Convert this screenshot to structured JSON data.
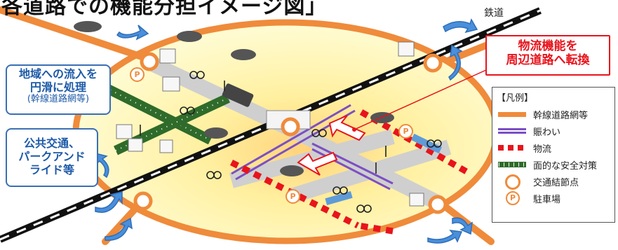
{
  "title": "各道路での機能分担イメージ図」",
  "rail_label": "鉄道",
  "callouts": {
    "inflow_line1": "地域への流入を",
    "inflow_line2": "円滑に処理",
    "inflow_sub": "(幹線道路網等)",
    "transit_line1": "公共交通、",
    "transit_line2": "パークアンド",
    "transit_line3": "ライド等",
    "logistics_line1": "物流機能を",
    "logistics_line2": "周辺道路へ転換"
  },
  "legend": {
    "title": "【凡例】",
    "items": [
      {
        "label": "幹線道路網等",
        "color": "#ef8b3b",
        "icon": "arterial-road-line"
      },
      {
        "label": "賑わい",
        "color": "#7b4fc4",
        "icon": "lively-double-line"
      },
      {
        "label": "物流",
        "color": "#e8141c",
        "icon": "logistics-dashed-line"
      },
      {
        "label": "面的な安全対策",
        "color": "#2f6b2a",
        "icon": "safety-ladder-line"
      },
      {
        "label": "交通結節点",
        "color": "#ef8b3b",
        "icon": "node-circle"
      },
      {
        "label": "駐車場",
        "color": "#ef8b3b",
        "icon": "parking-circle"
      }
    ]
  },
  "parking_symbol": "P",
  "colors": {
    "arterial": "#ef8b3b",
    "lively": "#7b4fc4",
    "logistics": "#e8141c",
    "safety": "#2f6b2a",
    "callout_blue": "#1d5aa7",
    "flow_arrow": "#3a7fd0",
    "area_fill": "#fff7b0"
  }
}
